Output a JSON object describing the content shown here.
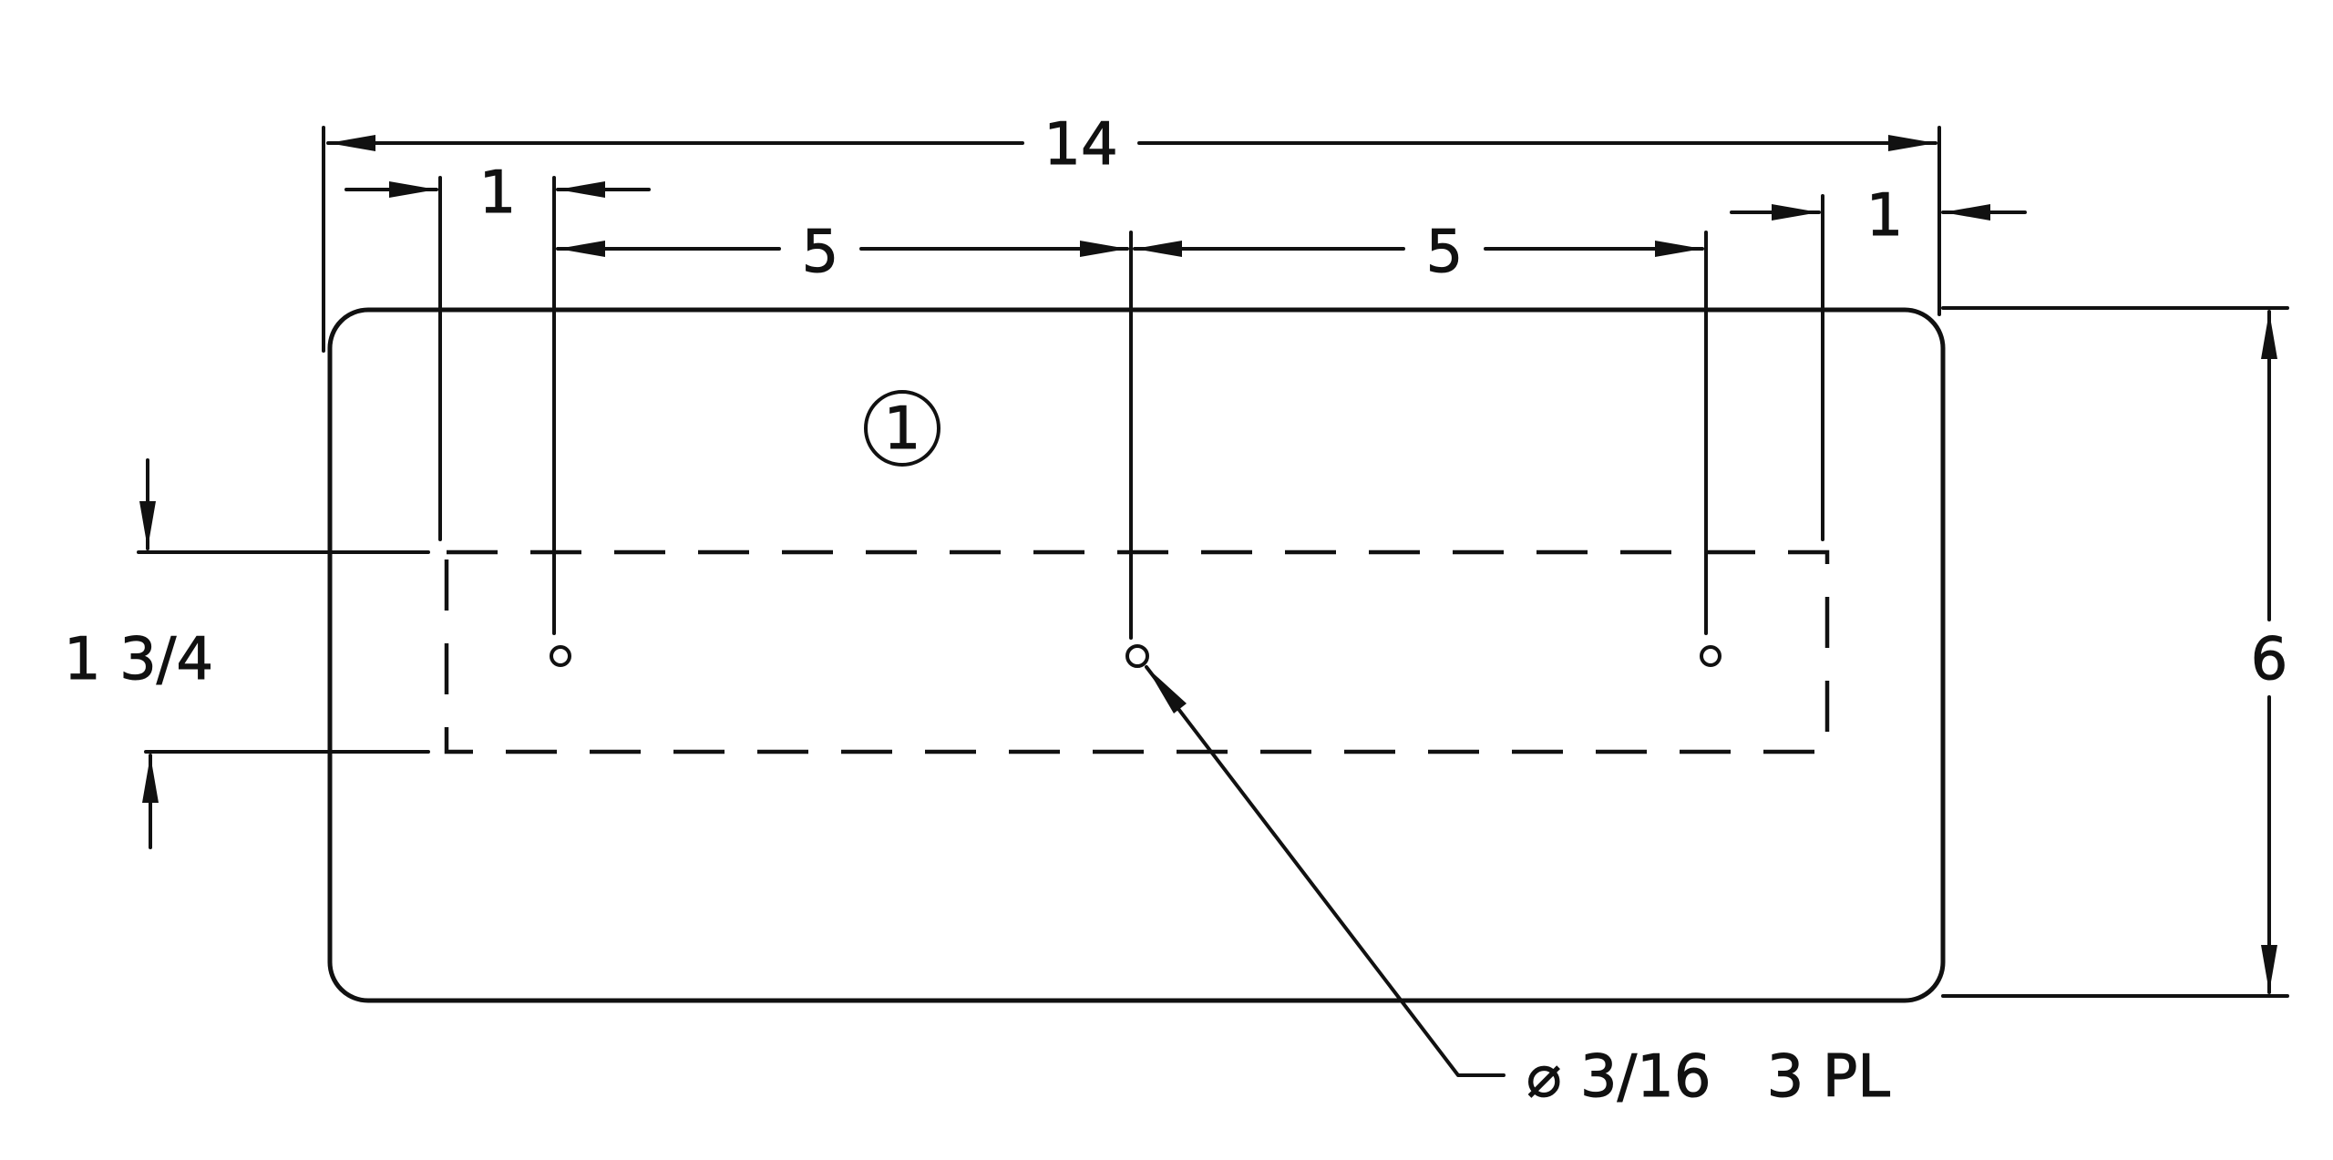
{
  "labels": {
    "overall_width": "14",
    "left_edge_offset": "1",
    "right_edge_offset": "1",
    "left_hole_spacing": "5",
    "right_hole_spacing": "5",
    "slot_height": "1 3/4",
    "overall_height": "6",
    "part_number": "1",
    "hole_callout": "⌀ 3/16   3 PL"
  },
  "colors": {
    "line": "#111111",
    "background": "#ffffff"
  }
}
